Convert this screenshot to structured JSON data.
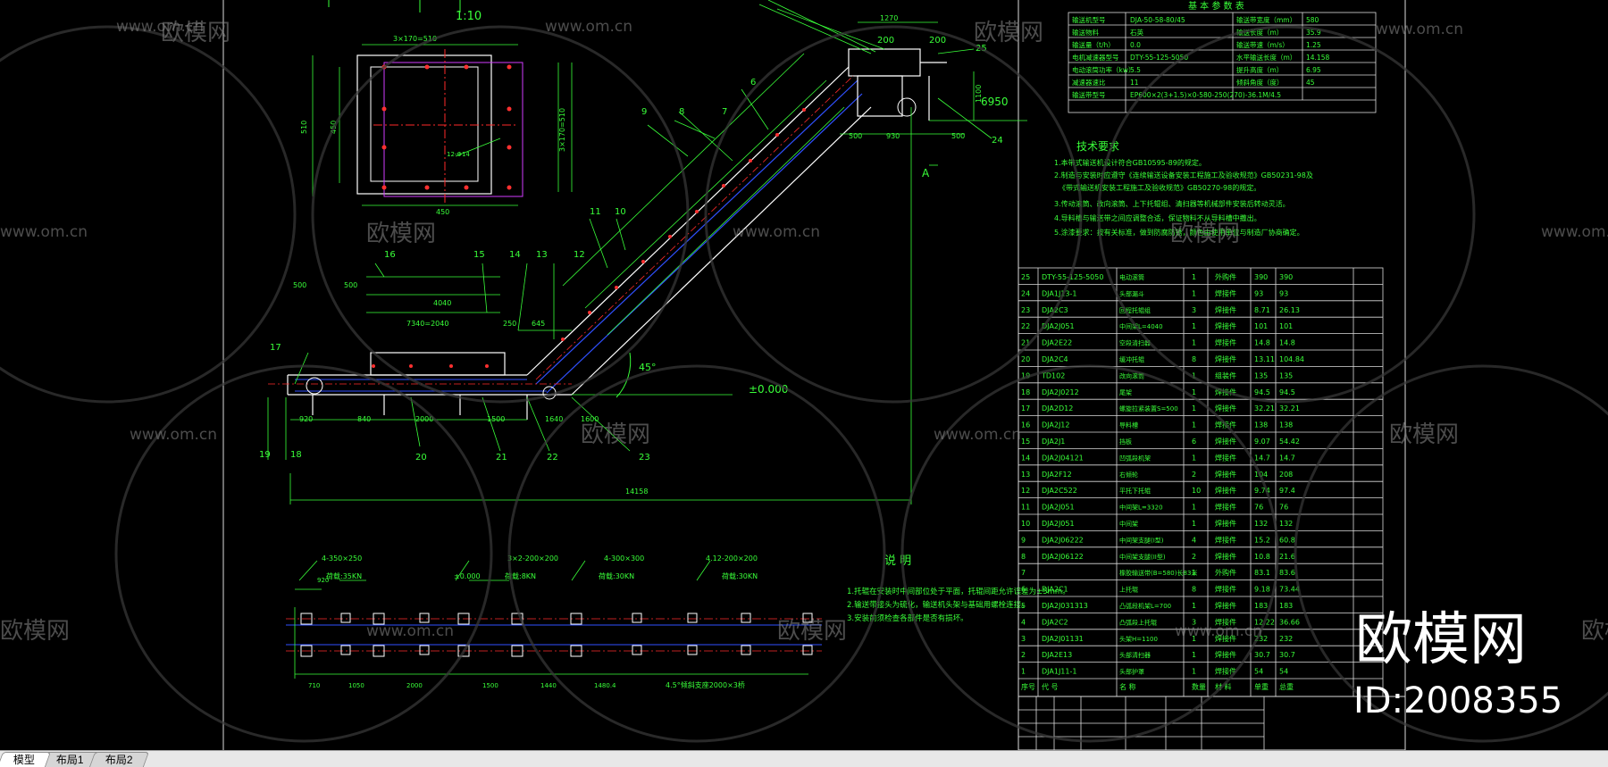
{
  "watermark": {
    "brand": "欧模网",
    "site": "www.om.cn",
    "id_label": "ID:2008355"
  },
  "tabs": [
    {
      "label": "模型",
      "active": true
    },
    {
      "label": "布局1",
      "active": false
    },
    {
      "label": "布局2",
      "active": false
    }
  ],
  "drawing": {
    "scale_label": "1:10",
    "section_label": "A",
    "elevation_top": "6950",
    "elevation_zero": "±0.000",
    "angle_label": "45°",
    "total_length": "14158",
    "dims_bottom": [
      "920",
      "840",
      "2000",
      "1500",
      "1640",
      "1600"
    ],
    "dims_top": [
      "500",
      "500",
      "250",
      "645",
      "4040",
      "7340=2040"
    ],
    "dims_head": [
      "1270",
      "200",
      "200",
      "500",
      "930",
      "500",
      "1100"
    ],
    "part_callouts": [
      "25",
      "24",
      "9",
      "8",
      "7",
      "6",
      "11",
      "10",
      "16",
      "15",
      "14",
      "13",
      "12",
      "17",
      "20",
      "21",
      "22",
      "23",
      "19",
      "18"
    ],
    "plate_dims": [
      "3×170=510",
      "510",
      "450",
      "3×170=510",
      "450",
      "12-Φ14"
    ],
    "foundation_labels": [
      "4-350×250",
      "±0.000",
      "3×2-200×200",
      "4-300×300",
      "4.12-200×200",
      "荷载:35KN",
      "荷载:8KN",
      "荷载:30KN",
      "荷载:30KN"
    ],
    "foundation_dims": [
      "920",
      "710",
      "1050",
      "2000",
      "1500",
      "1440",
      "1480.4",
      "4.5°倾斜支座2000×3桥"
    ],
    "params_title": "基 本 参 数 表",
    "params": [
      [
        "输送机型号",
        "DJA-50-58-80/45",
        "输送带宽度（mm）",
        "580"
      ],
      [
        "输送物料",
        "石英",
        "输送长度（m）",
        "35.9"
      ],
      [
        "输送量（t/h）",
        "0.0",
        "输送带速（m/s）",
        "1.25"
      ],
      [
        "电机减速器型号",
        "DTY-55-125-5050",
        "水平输送长度（m）",
        "14.158"
      ],
      [
        "电动滚筒功率（kw）",
        "5.5",
        "提升高度（m）",
        "6.95"
      ],
      [
        "减速器速比",
        "11",
        "倾斜角度（度）",
        "45"
      ],
      [
        "输送带型号",
        "EP600×2(3+1.5)×0-580-250(270)-36.1M/4.5",
        "",
        ""
      ]
    ],
    "tech_title": "技术要求",
    "tech_lines": [
      "1.本带式输送机设计符合GB10595-89的规定。",
      "2.制造与安装时应遵守《连续输送设备安装工程施工及验收规范》GB50231-98及",
      "《带式输送机安装工程施工及验收规范》GB50270-98的规定。",
      "3.传动滚筒、改向滚筒、上下托辊组、清扫器等机械部件安装后转动灵活。",
      "4.导料槽与输送带之间应调整合适，保证物料不从导料槽中撒出。",
      "5.涂漆要求：按有关标准，做到防腐防锈，颜色由使用单位与制造厂协商确定。"
    ],
    "notes_title": "说 明",
    "notes": [
      "1.托辊在安装时中间部位处于平面，托辊间距允许误差为±5mm。",
      "2.输送带接头为硫化，输送机头架与基础用螺栓连接。",
      "3.安装前须检查各部件是否有损坏。"
    ],
    "bom_header": [
      "序号",
      "代 号",
      "名 称",
      "数量",
      "材 料",
      "单重",
      "总重"
    ],
    "bom": [
      [
        "25",
        "DTY-55-125-5050",
        "电动滚筒",
        "1",
        "外购件",
        "390",
        "390"
      ],
      [
        "24",
        "DJA1J13-1",
        "头部漏斗",
        "1",
        "焊接件",
        "93",
        "93"
      ],
      [
        "23",
        "DJA2C3",
        "回程托辊组",
        "3",
        "焊接件",
        "8.71",
        "26.13"
      ],
      [
        "22",
        "DJA2J051",
        "中间架L=4040",
        "1",
        "焊接件",
        "101",
        "101"
      ],
      [
        "21",
        "DJA2E22",
        "空段清扫器",
        "1",
        "焊接件",
        "14.8",
        "14.8"
      ],
      [
        "20",
        "DJA2C4",
        "缓冲托辊",
        "8",
        "焊接件",
        "13.11",
        "104.84"
      ],
      [
        "19",
        "TD102",
        "改向滚筒",
        "1",
        "组装件",
        "135",
        "135"
      ],
      [
        "18",
        "DJA2J0212",
        "尾架",
        "1",
        "焊接件",
        "94.5",
        "94.5"
      ],
      [
        "17",
        "DJA2D12",
        "螺旋拉紧装置S=500",
        "1",
        "焊接件",
        "32.21",
        "32.21"
      ],
      [
        "16",
        "DJA2J12",
        "导料槽",
        "1",
        "焊接件",
        "138",
        "138"
      ],
      [
        "15",
        "DJA2J1",
        "挡板",
        "6",
        "焊接件",
        "9.07",
        "54.42"
      ],
      [
        "14",
        "DJA2J04121",
        "凹弧段机架",
        "1",
        "焊接件",
        "14.7",
        "14.7"
      ],
      [
        "13",
        "DJA2F12",
        "右倾轮",
        "2",
        "焊接件",
        "104",
        "208"
      ],
      [
        "12",
        "DJA2C522",
        "平托下托辊",
        "10",
        "焊接件",
        "9.74",
        "97.4"
      ],
      [
        "11",
        "DJA2J051",
        "中间架L=3320",
        "1",
        "焊接件",
        "76",
        "76"
      ],
      [
        "10",
        "DJA2J051",
        "中间架",
        "1",
        "焊接件",
        "132",
        "132"
      ],
      [
        "9",
        "DJA2J06222",
        "中间架支腿(I型)",
        "4",
        "焊接件",
        "15.2",
        "60.8"
      ],
      [
        "8",
        "DJA2J06122",
        "中间架支腿(II型)",
        "2",
        "焊接件",
        "10.8",
        "21.6"
      ],
      [
        "7",
        "",
        "橡胶输送带(B=580)长83米",
        "1",
        "外购件",
        "83.1",
        "83.6"
      ],
      [
        "6",
        "DJA2C1",
        "上托辊",
        "8",
        "焊接件",
        "9.18",
        "73.44"
      ],
      [
        "5",
        "DJA2J031313",
        "凸弧段机架L=700",
        "1",
        "焊接件",
        "183",
        "183"
      ],
      [
        "4",
        "DJA2C2",
        "凸弧段上托辊",
        "3",
        "焊接件",
        "12.22",
        "36.66"
      ],
      [
        "3",
        "DJA2J01131",
        "头架H=1100",
        "1",
        "焊接件",
        "232",
        "232"
      ],
      [
        "2",
        "DJA2E13",
        "头部清扫器",
        "1",
        "焊接件",
        "30.7",
        "30.7"
      ],
      [
        "1",
        "DJA1J11-1",
        "头部护罩",
        "1",
        "焊接件",
        "54",
        "54"
      ]
    ]
  }
}
